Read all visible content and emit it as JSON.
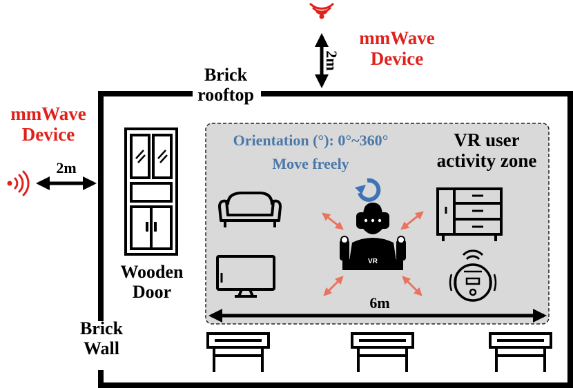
{
  "devices": {
    "top": {
      "label_line1": "mmWave",
      "label_line2": "Device",
      "distance": "2m"
    },
    "left": {
      "label_line1": "mmWave",
      "label_line2": "Device",
      "distance": "2m"
    }
  },
  "materials": {
    "rooftop_line1": "Brick",
    "rooftop_line2": "rooftop",
    "wall_line1": "Brick",
    "wall_line2": "Wall",
    "door_line1": "Wooden",
    "door_line2": "Door"
  },
  "zone": {
    "title_line1": "VR user",
    "title_line2": "activity zone",
    "orientation_text": "Orientation (°): 0°~360°",
    "move_text": "Move freely",
    "width_label": "6m",
    "vr_headset_text": "VR"
  },
  "colors": {
    "device_red": "#e0211b",
    "zone_fill": "#d9d9d9",
    "annotation_blue": "#4a78a8",
    "motion_arrow": "#e9735f",
    "rotation_blue": "#3f73b5"
  },
  "icons": [
    "radar-signal-icon",
    "door-icon",
    "sofa-icon",
    "tv-icon",
    "vr-user-icon",
    "rotation-arrow-icon",
    "drawer-cabinet-icon",
    "robot-vacuum-icon",
    "table-icon"
  ]
}
